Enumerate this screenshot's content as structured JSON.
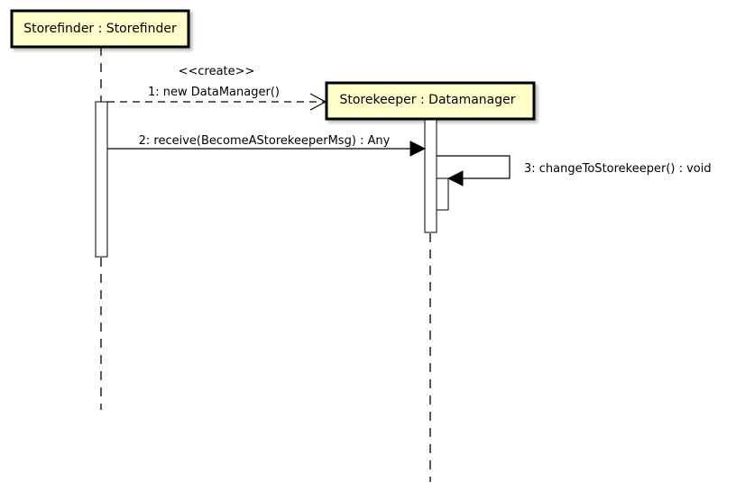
{
  "lifelines": [
    {
      "id": "storefinder",
      "label": "Storefinder : Storefinder"
    },
    {
      "id": "storekeeper",
      "label": "Storekeeper : Datamanager"
    }
  ],
  "messages": [
    {
      "stereotype": "<<create>>",
      "label": "1: new DataManager()"
    },
    {
      "label": "2: receive(BecomeAStorekeeperMsg) : Any"
    },
    {
      "label": "3: changeToStorekeeper() : void"
    }
  ],
  "colors": {
    "box_fill": "#ffffcc",
    "stroke": "#000000",
    "background": "#ffffff"
  }
}
